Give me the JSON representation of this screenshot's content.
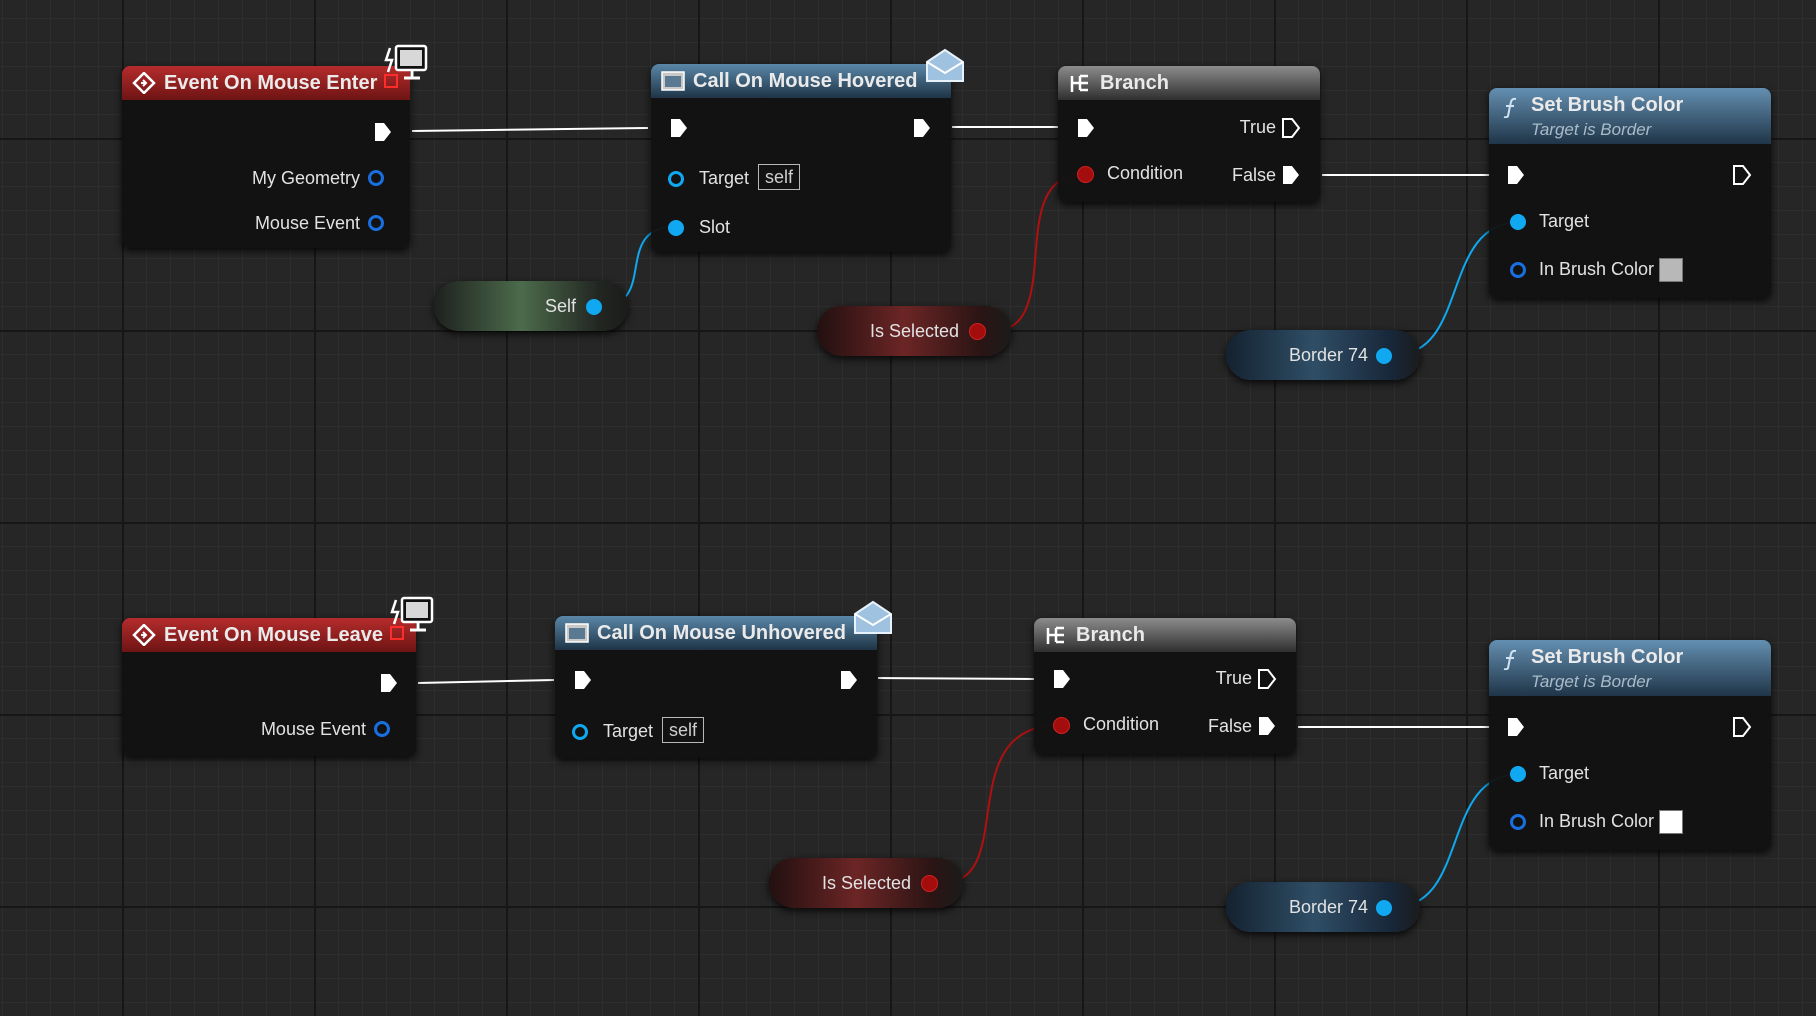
{
  "graph": {
    "row_top": {
      "event": {
        "title": "Event On Mouse Enter",
        "outputs": [
          "My Geometry",
          "Mouse Event"
        ]
      },
      "call": {
        "title": "Call On Mouse Hovered",
        "target_label": "Target",
        "target_value": "self",
        "slot_label": "Slot"
      },
      "self_var": {
        "label": "Self"
      },
      "branch": {
        "title": "Branch",
        "condition_label": "Condition",
        "true_label": "True",
        "false_label": "False"
      },
      "is_selected_var": {
        "label": "Is Selected"
      },
      "set_color": {
        "title": "Set Brush Color",
        "subtitle": "Target is Border",
        "target_label": "Target",
        "color_label": "In Brush Color",
        "color_value": "#b8b8b8"
      },
      "border_var": {
        "label": "Border 74"
      }
    },
    "row_bottom": {
      "event": {
        "title": "Event On Mouse Leave",
        "outputs": [
          "Mouse Event"
        ]
      },
      "call": {
        "title": "Call On Mouse Unhovered",
        "target_label": "Target",
        "target_value": "self"
      },
      "branch": {
        "title": "Branch",
        "condition_label": "Condition",
        "true_label": "True",
        "false_label": "False"
      },
      "is_selected_var": {
        "label": "Is Selected"
      },
      "set_color": {
        "title": "Set Brush Color",
        "subtitle": "Target is Border",
        "target_label": "Target",
        "color_label": "In Brush Color",
        "color_value": "#ffffff"
      },
      "border_var": {
        "label": "Border 74"
      }
    }
  },
  "colors": {
    "event_header": "#8e1f1f",
    "call_header": "#3d5f7a",
    "branch_header": "#5a5a5a",
    "function_header": "#3e6384",
    "exec_wire": "#ffffff",
    "object_wire": "#10a8f0",
    "bool_wire": "#b01010"
  },
  "icons": {
    "event": "event-diamond-icon",
    "call": "message-call-icon",
    "branch": "branch-icon",
    "function": "function-icon",
    "client_badge": "monitor-icon",
    "message_badge": "envelope-icon"
  }
}
